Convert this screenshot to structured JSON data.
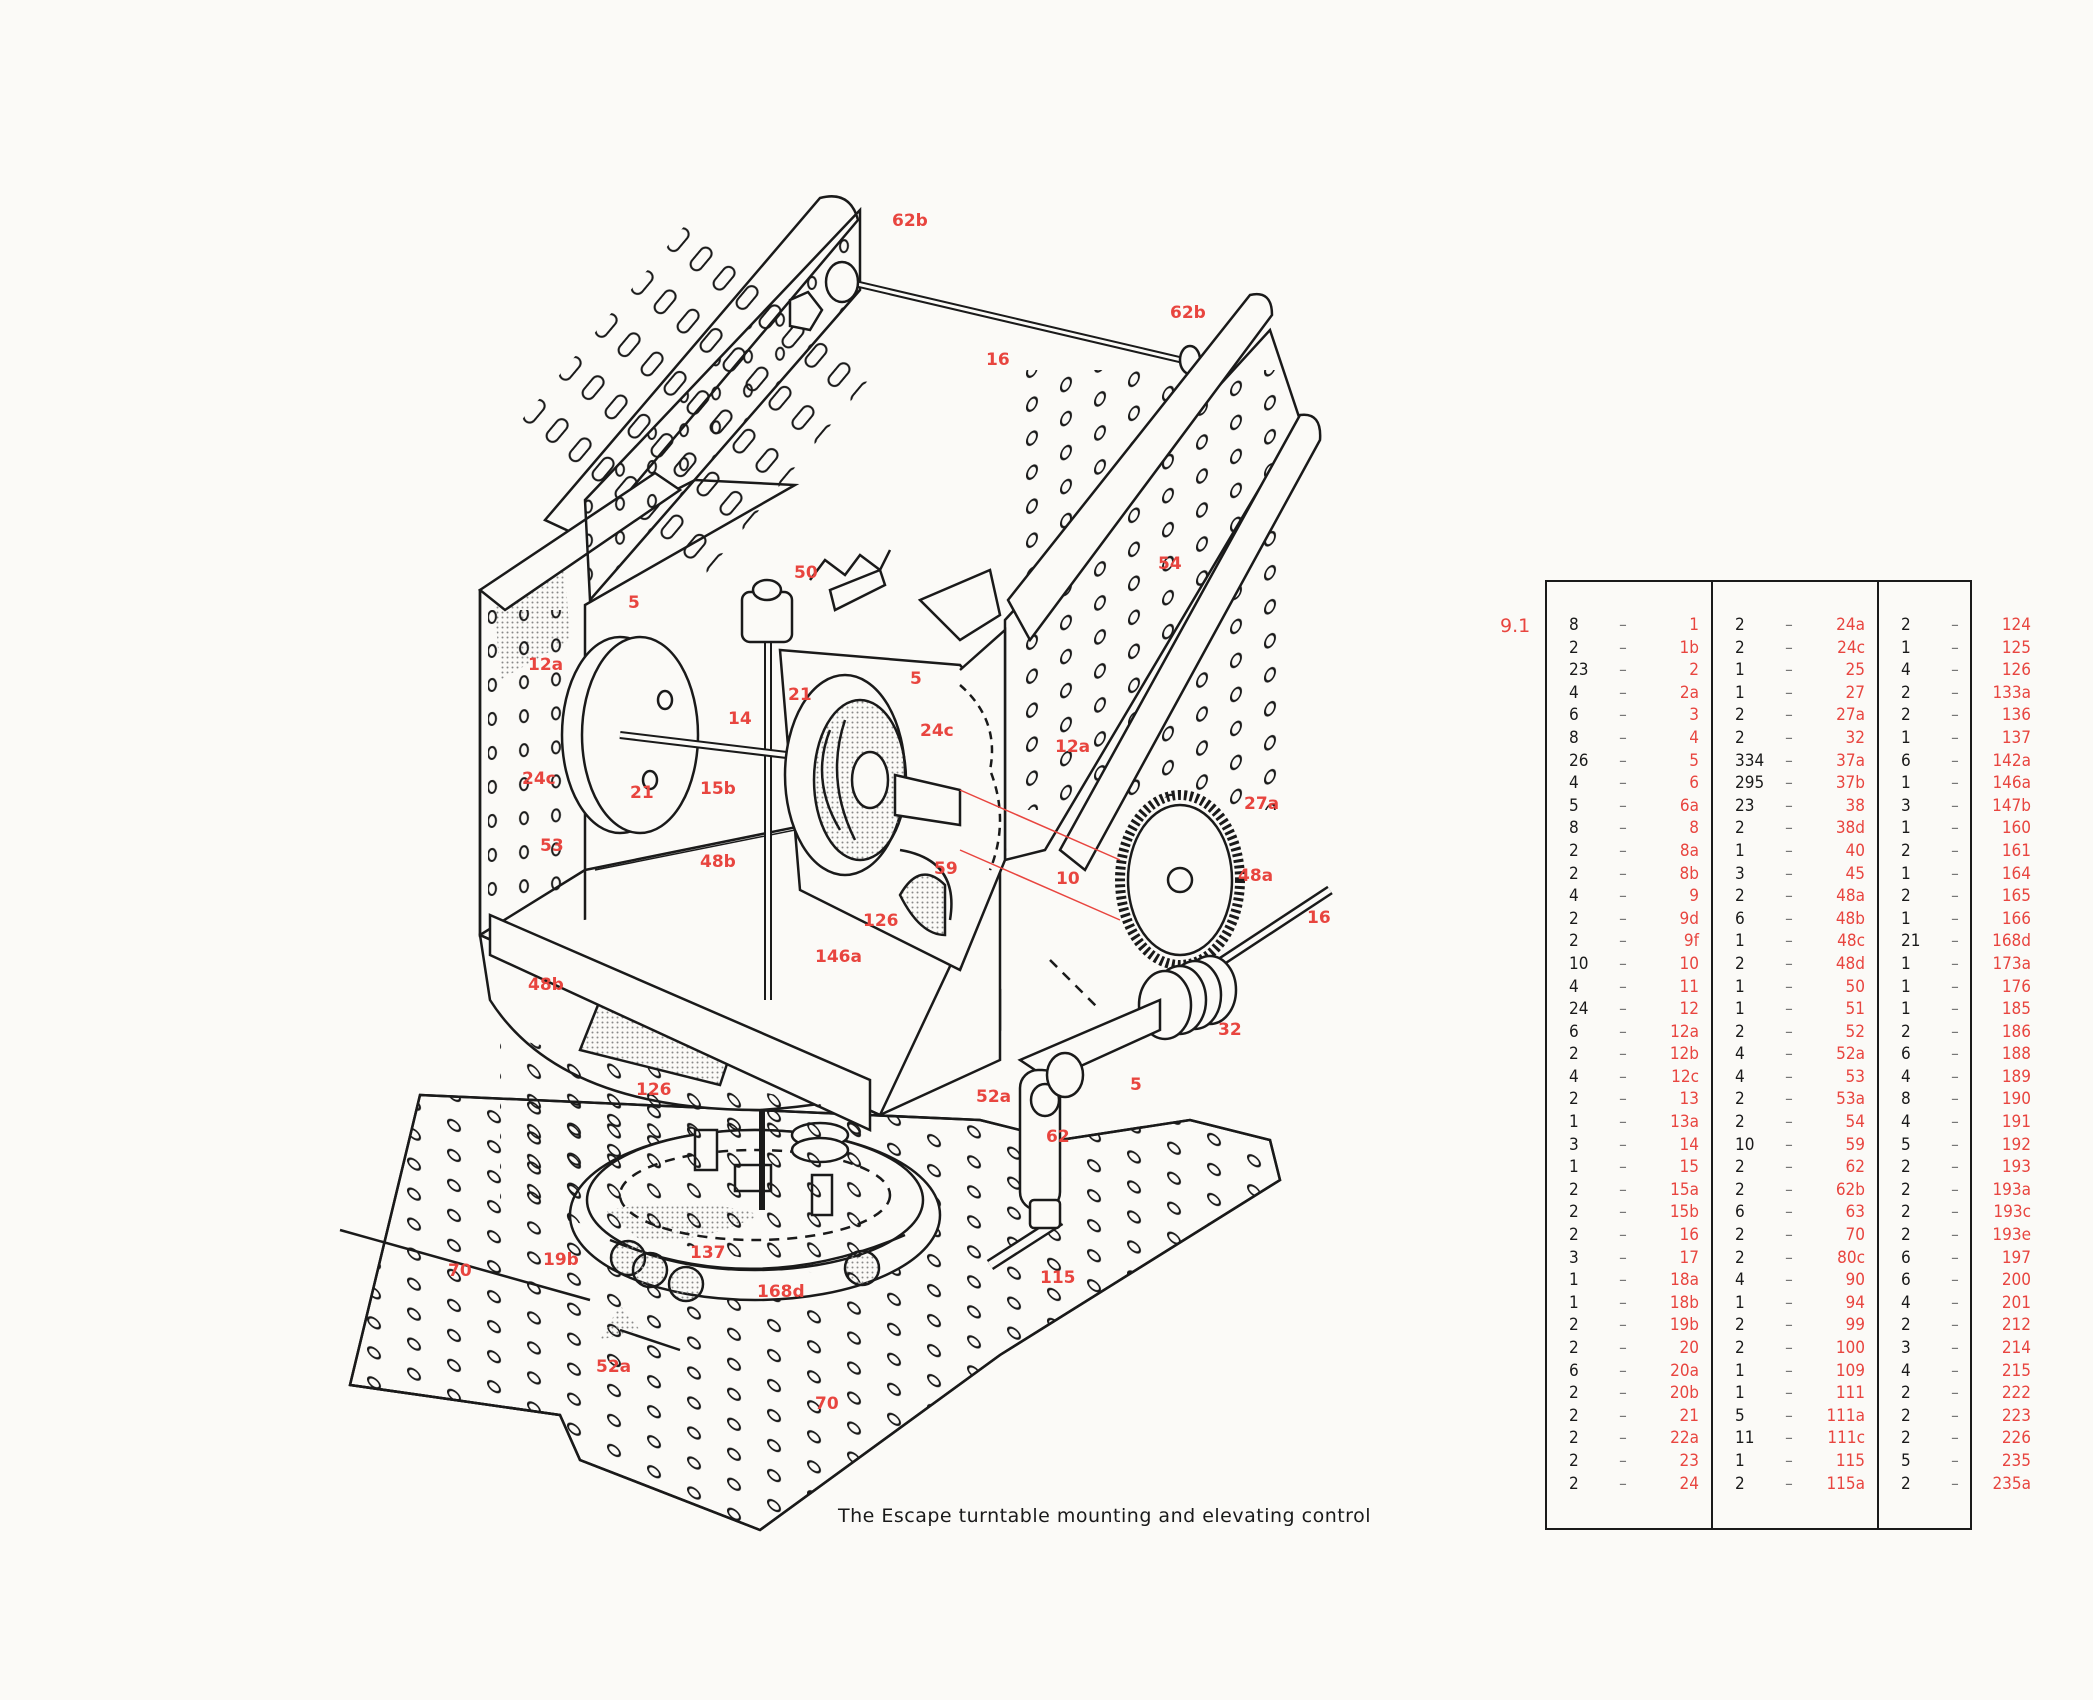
{
  "colors": {
    "ink": "#1a1a1a",
    "callout": "#e8453f",
    "paper": "#fbfaf7",
    "shade": "#9a9a9a"
  },
  "diagram": {
    "callouts": [
      "62b",
      "62b",
      "16",
      "50",
      "5",
      "5",
      "54",
      "12a",
      "12a",
      "21",
      "21",
      "14",
      "24c",
      "24c",
      "15b",
      "27a",
      "48a",
      "16",
      "53",
      "48b",
      "59",
      "10",
      "126",
      "146a",
      "48b",
      "32",
      "5",
      "52a",
      "126",
      "62",
      "137",
      "19b",
      "168d",
      "115",
      "70",
      "52a",
      "70"
    ]
  },
  "caption": "The Escape turntable  mounting and elevating control",
  "sheet_number": "9.1",
  "parts_list": {
    "columns": [
      [
        [
          "8",
          "1"
        ],
        [
          "2",
          "1b"
        ],
        [
          "23",
          "2"
        ],
        [
          "4",
          "2a"
        ],
        [
          "6",
          "3"
        ],
        [
          "8",
          "4"
        ],
        [
          "26",
          "5"
        ],
        [
          "4",
          "6"
        ],
        [
          "5",
          "6a"
        ],
        [
          "8",
          "8"
        ],
        [
          "2",
          "8a"
        ],
        [
          "2",
          "8b"
        ],
        [
          "4",
          "9"
        ],
        [
          "2",
          "9d"
        ],
        [
          "2",
          "9f"
        ],
        [
          "10",
          "10"
        ],
        [
          "4",
          "11"
        ],
        [
          "24",
          "12"
        ],
        [
          "6",
          "12a"
        ],
        [
          "2",
          "12b"
        ],
        [
          "4",
          "12c"
        ],
        [
          "2",
          "13"
        ],
        [
          "1",
          "13a"
        ],
        [
          "3",
          "14"
        ],
        [
          "1",
          "15"
        ],
        [
          "2",
          "15a"
        ],
        [
          "2",
          "15b"
        ],
        [
          "2",
          "16"
        ],
        [
          "3",
          "17"
        ],
        [
          "1",
          "18a"
        ],
        [
          "1",
          "18b"
        ],
        [
          "2",
          "19b"
        ],
        [
          "2",
          "20"
        ],
        [
          "6",
          "20a"
        ],
        [
          "2",
          "20b"
        ],
        [
          "2",
          "21"
        ],
        [
          "2",
          "22a"
        ],
        [
          "2",
          "23"
        ],
        [
          "2",
          "24"
        ]
      ],
      [
        [
          "2",
          "24a"
        ],
        [
          "2",
          "24c"
        ],
        [
          "1",
          "25"
        ],
        [
          "1",
          "27"
        ],
        [
          "2",
          "27a"
        ],
        [
          "2",
          "32"
        ],
        [
          "334",
          "37a"
        ],
        [
          "295",
          "37b"
        ],
        [
          "23",
          "38"
        ],
        [
          "2",
          "38d"
        ],
        [
          "1",
          "40"
        ],
        [
          "3",
          "45"
        ],
        [
          "2",
          "48a"
        ],
        [
          "6",
          "48b"
        ],
        [
          "1",
          "48c"
        ],
        [
          "2",
          "48d"
        ],
        [
          "1",
          "50"
        ],
        [
          "1",
          "51"
        ],
        [
          "2",
          "52"
        ],
        [
          "4",
          "52a"
        ],
        [
          "4",
          "53"
        ],
        [
          "2",
          "53a"
        ],
        [
          "2",
          "54"
        ],
        [
          "10",
          "59"
        ],
        [
          "2",
          "62"
        ],
        [
          "2",
          "62b"
        ],
        [
          "6",
          "63"
        ],
        [
          "2",
          "70"
        ],
        [
          "2",
          "80c"
        ],
        [
          "4",
          "90"
        ],
        [
          "1",
          "94"
        ],
        [
          "2",
          "99"
        ],
        [
          "2",
          "100"
        ],
        [
          "1",
          "109"
        ],
        [
          "1",
          "111"
        ],
        [
          "5",
          "111a"
        ],
        [
          "11",
          "111c"
        ],
        [
          "1",
          "115"
        ],
        [
          "2",
          "115a"
        ]
      ],
      [
        [
          "2",
          "124"
        ],
        [
          "1",
          "125"
        ],
        [
          "4",
          "126"
        ],
        [
          "2",
          "133a"
        ],
        [
          "2",
          "136"
        ],
        [
          "1",
          "137"
        ],
        [
          "6",
          "142a"
        ],
        [
          "1",
          "146a"
        ],
        [
          "3",
          "147b"
        ],
        [
          "1",
          "160"
        ],
        [
          "2",
          "161"
        ],
        [
          "1",
          "164"
        ],
        [
          "2",
          "165"
        ],
        [
          "1",
          "166"
        ],
        [
          "21",
          "168d"
        ],
        [
          "1",
          "173a"
        ],
        [
          "1",
          "176"
        ],
        [
          "1",
          "185"
        ],
        [
          "2",
          "186"
        ],
        [
          "6",
          "188"
        ],
        [
          "4",
          "189"
        ],
        [
          "8",
          "190"
        ],
        [
          "4",
          "191"
        ],
        [
          "5",
          "192"
        ],
        [
          "2",
          "193"
        ],
        [
          "2",
          "193a"
        ],
        [
          "2",
          "193c"
        ],
        [
          "2",
          "193e"
        ],
        [
          "6",
          "197"
        ],
        [
          "6",
          "200"
        ],
        [
          "4",
          "201"
        ],
        [
          "2",
          "212"
        ],
        [
          "3",
          "214"
        ],
        [
          "4",
          "215"
        ],
        [
          "2",
          "222"
        ],
        [
          "2",
          "223"
        ],
        [
          "2",
          "226"
        ],
        [
          "5",
          "235"
        ],
        [
          "2",
          "235a"
        ]
      ]
    ]
  }
}
